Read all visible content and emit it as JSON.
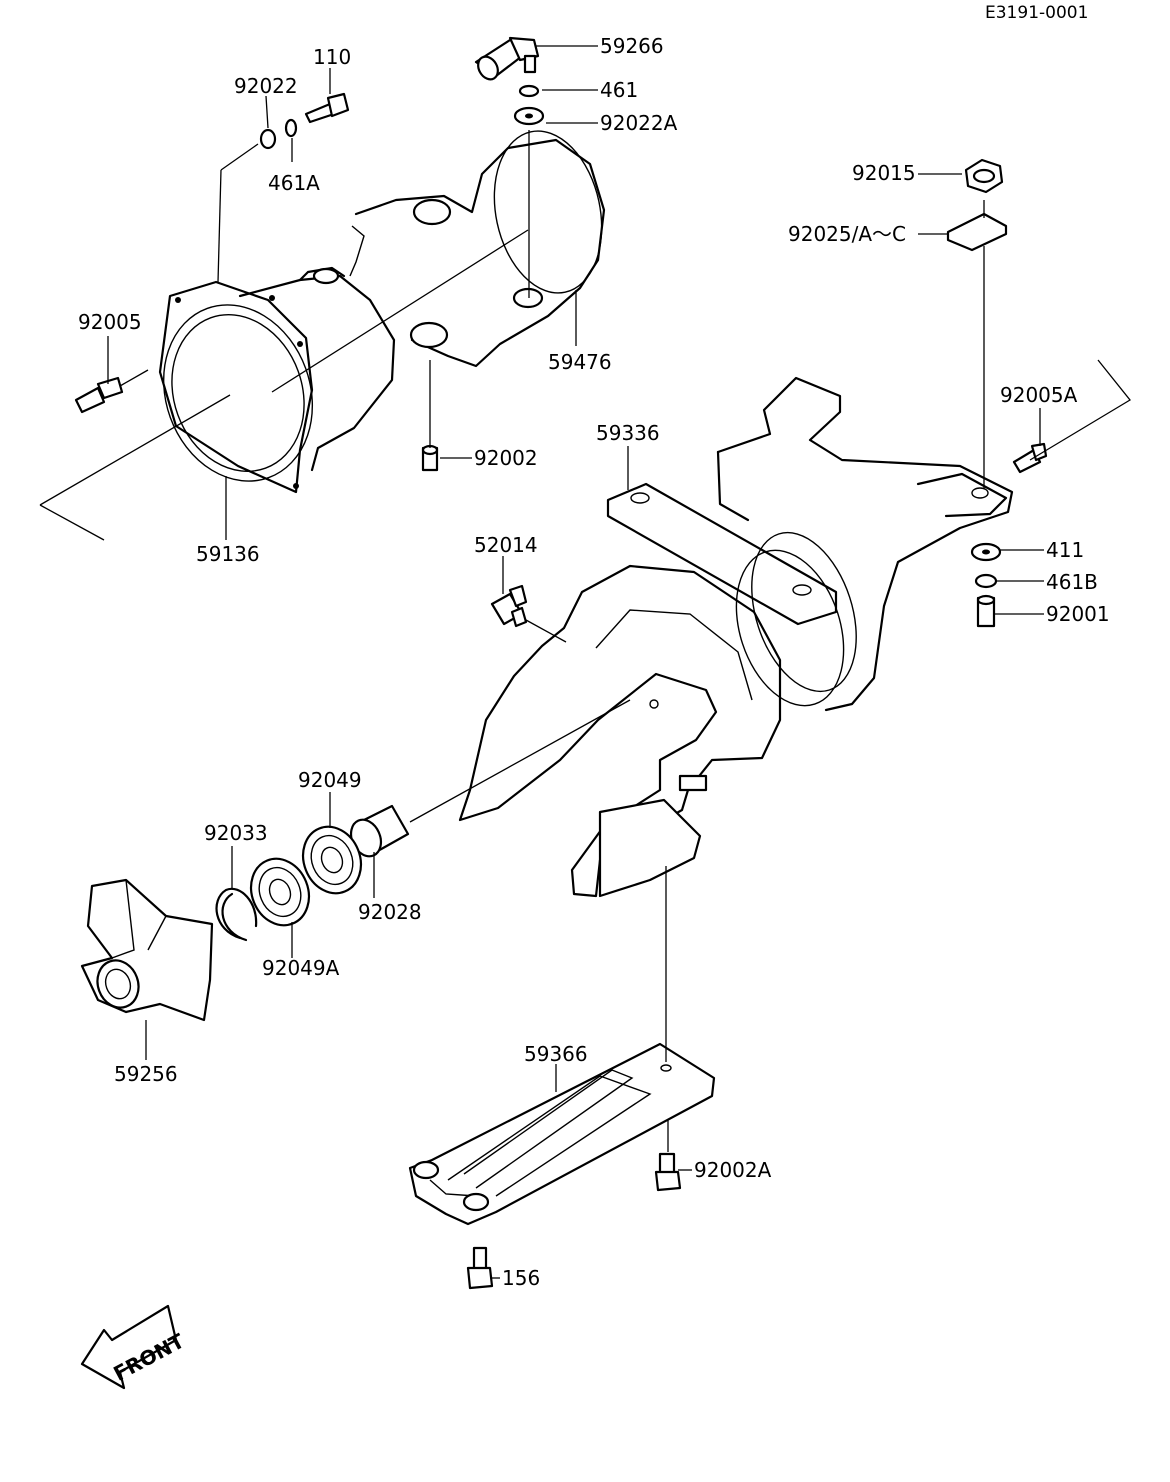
{
  "document_id": "E3191-0001",
  "parts": [
    {
      "id": "p59266",
      "number": "59266"
    },
    {
      "id": "p461",
      "number": "461"
    },
    {
      "id": "p92022A",
      "number": "92022A"
    },
    {
      "id": "p110",
      "number": "110"
    },
    {
      "id": "p92022",
      "number": "92022"
    },
    {
      "id": "p461A",
      "number": "461A"
    },
    {
      "id": "p92015",
      "number": "92015"
    },
    {
      "id": "p92025",
      "number": "92025/A～C"
    },
    {
      "id": "p92005",
      "number": "92005"
    },
    {
      "id": "p59476",
      "number": "59476"
    },
    {
      "id": "p92005A",
      "number": "92005A"
    },
    {
      "id": "p92002",
      "number": "92002"
    },
    {
      "id": "p59336",
      "number": "59336"
    },
    {
      "id": "p59136",
      "number": "59136"
    },
    {
      "id": "p52014",
      "number": "52014"
    },
    {
      "id": "p411",
      "number": "411"
    },
    {
      "id": "p461B",
      "number": "461B"
    },
    {
      "id": "p92001",
      "number": "92001"
    },
    {
      "id": "p92049",
      "number": "92049"
    },
    {
      "id": "p92033",
      "number": "92033"
    },
    {
      "id": "p92028",
      "number": "92028"
    },
    {
      "id": "p92049A",
      "number": "92049A"
    },
    {
      "id": "p59256",
      "number": "59256"
    },
    {
      "id": "p59366",
      "number": "59366"
    },
    {
      "id": "p92002A",
      "number": "92002A"
    },
    {
      "id": "p156",
      "number": "156"
    }
  ],
  "front_arrow": "FRONT"
}
